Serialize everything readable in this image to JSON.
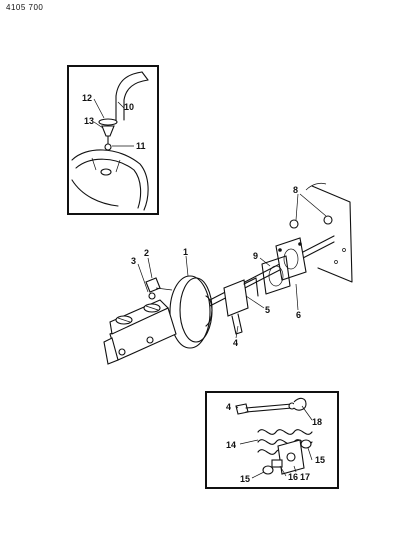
{
  "page_code": "4105 700",
  "callouts": {
    "c1": "1",
    "c2": "2",
    "c3": "3",
    "c4a": "4",
    "c5": "5",
    "c6": "6",
    "c8": "8",
    "c9": "9",
    "c10": "10",
    "c11": "11",
    "c12": "12",
    "c13": "13",
    "c4b": "4",
    "c14": "14",
    "c15a": "15",
    "c15b": "15",
    "c16": "16",
    "c17": "17",
    "c18": "18"
  }
}
